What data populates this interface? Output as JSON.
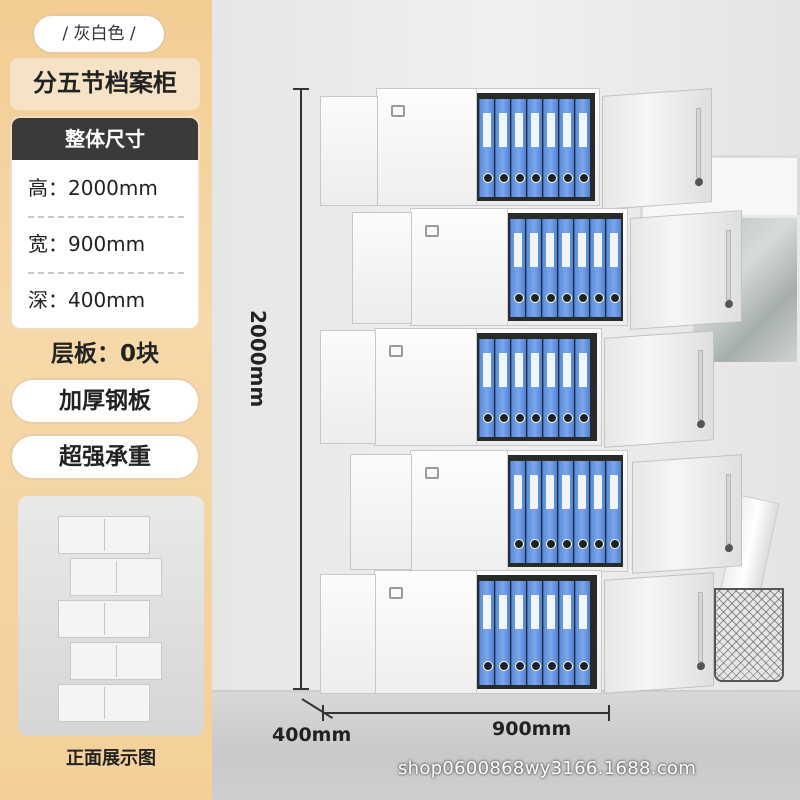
{
  "color_label": "/ 灰白色 /",
  "product_title": "分五节档案柜",
  "specs": {
    "heading": "整体尺寸",
    "height": "高：2000mm",
    "width": "宽：900mm",
    "depth": "深：400mm"
  },
  "shelf_info": "层板：0块",
  "features": [
    "加厚钢板",
    "超强承重"
  ],
  "thumbnail_caption": "正面展示图",
  "dimensions": {
    "height_label": "2000mm",
    "width_label": "900mm",
    "depth_label": "400mm"
  },
  "watermark": "shop0600868wy3166.1688.com",
  "colors": {
    "accent": "#f3cd92",
    "cabinet": "#f2f2f2",
    "binder": "#5b8ed8"
  }
}
